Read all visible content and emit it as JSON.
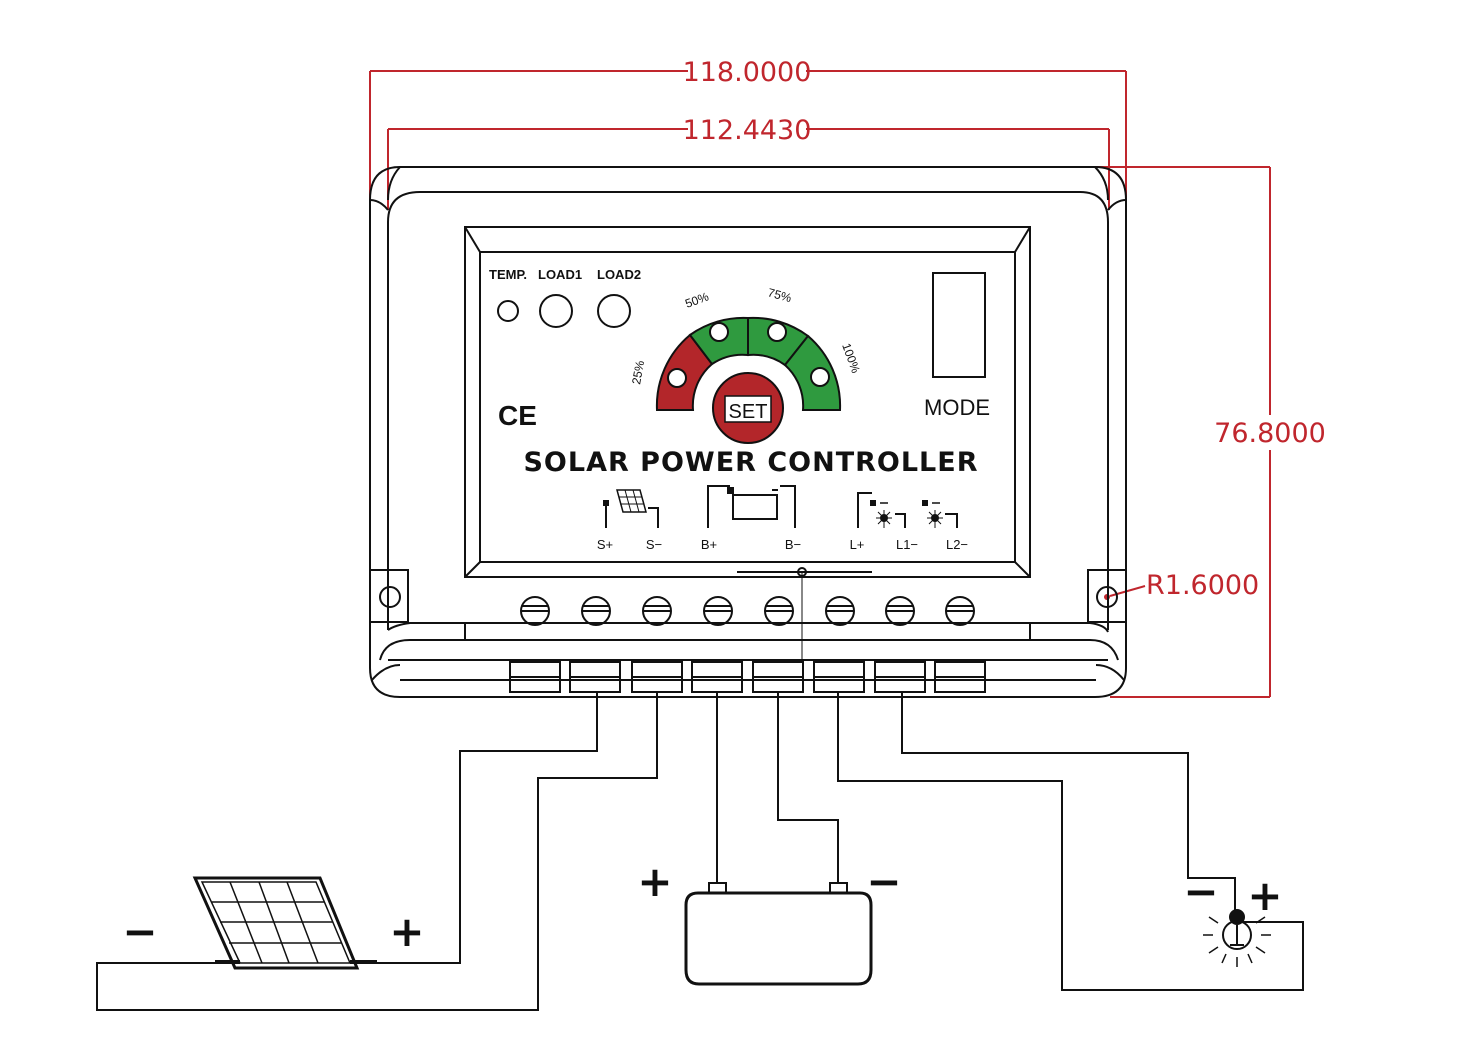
{
  "dimensions": {
    "outer_width": "118.0000",
    "inner_width": "112.4430",
    "height": "76.8000",
    "radius": "R1.6000"
  },
  "panel": {
    "led_labels": [
      "TEMP.",
      "LOAD1",
      "LOAD2"
    ],
    "ce_mark": "CE",
    "gauge_labels": [
      "25%",
      "50%",
      "75%",
      "100%"
    ],
    "set_button": "SET",
    "mode_label": "MODE",
    "title": "SOLAR POWER CONTROLLER",
    "terminal_labels": [
      "S+",
      "S−",
      "B+",
      "B−",
      "L+",
      "L1−",
      "L2−"
    ]
  },
  "wiring": {
    "solar_minus": "−",
    "solar_plus": "+",
    "battery_plus": "+",
    "battery_minus": "−",
    "lamp_minus": "−",
    "lamp_plus": "+"
  },
  "colors": {
    "dimension": "#c0262d",
    "gauge_red": "#b3262a",
    "gauge_green": "#2f9a3f",
    "set_button": "#b3262a"
  }
}
